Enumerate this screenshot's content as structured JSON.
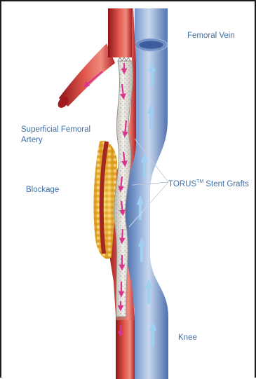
{
  "labels": {
    "femoral_vein": "Femoral Vein",
    "superficial_femoral_artery": "Superficial Femoral Artery",
    "blockage": "Blockage",
    "torus_stent_grafts_main": "TORUS",
    "torus_stent_grafts_mark": "TM",
    "torus_stent_grafts_suffix": " Stent Grafts",
    "knee": "Knee"
  },
  "colors": {
    "artery": "#c0262a",
    "artery_light": "#e86a5e",
    "vein": "#3f66a9",
    "vein_light": "#b9cce6",
    "stent": "#e7e4df",
    "blockage": "#f0b432",
    "flow_arrow_artery": "#d9348e",
    "flow_arrow_vein": "#8ec3ea",
    "label_text": "#3f6fa6"
  },
  "icons": {
    "artery_flow": "arrow-down-icon",
    "vein_flow": "arrow-up-icon"
  }
}
